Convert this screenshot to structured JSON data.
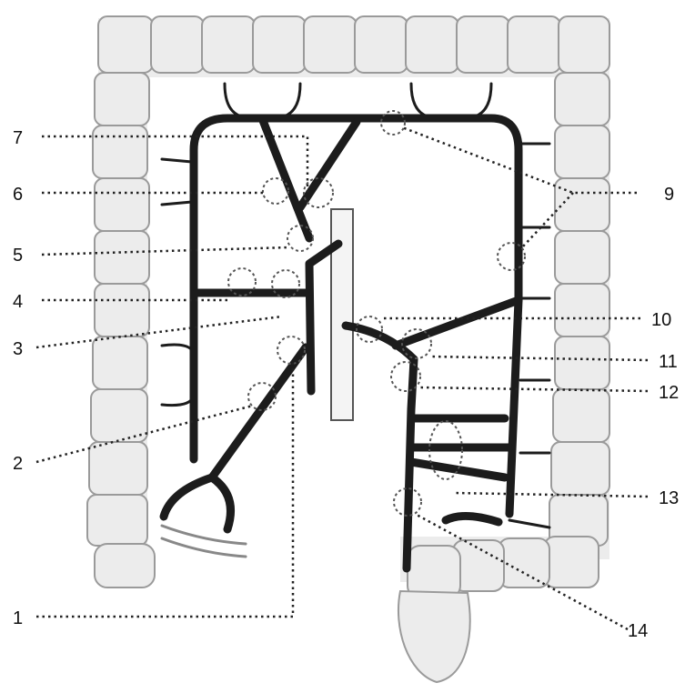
{
  "labels": {
    "l1": "1",
    "l2": "2",
    "l3": "3",
    "l4": "4",
    "l5": "5",
    "l6": "6",
    "l7": "7",
    "l9": "9",
    "l10": "10",
    "l11": "11",
    "l12": "12",
    "l13": "13",
    "l14": "14"
  },
  "colors": {
    "colon": "#ececec",
    "colon_outline": "#9a9a9a",
    "vessel": "#1c1c1c",
    "aorta": "#f4f4f4",
    "leader": "#222222"
  }
}
